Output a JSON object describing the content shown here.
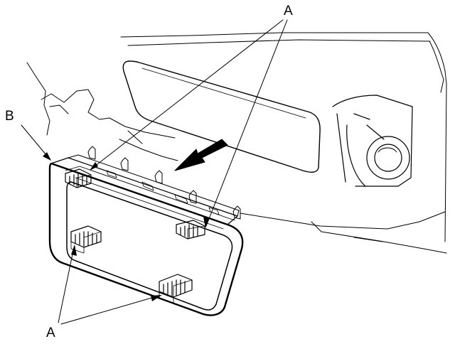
{
  "figure": {
    "callouts": {
      "a_top": "A",
      "b": "B",
      "a_bottom": "A"
    }
  },
  "colors": {
    "line": "#000000",
    "background": "#ffffff"
  },
  "icons": [
    "direction-arrow-icon"
  ]
}
